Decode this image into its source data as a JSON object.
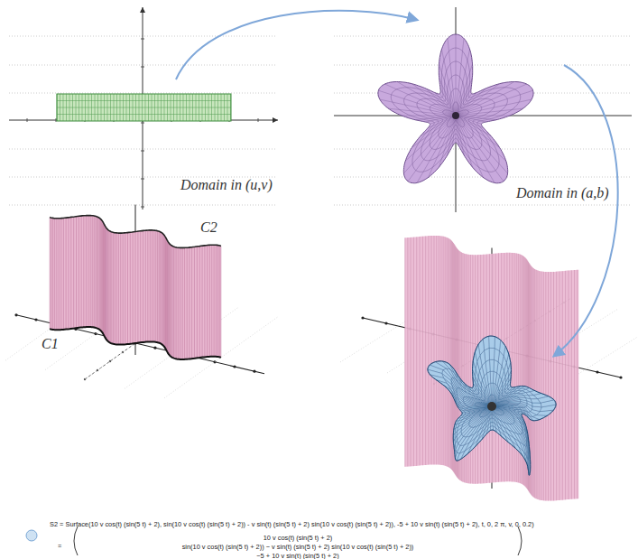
{
  "diagram": {
    "labels": [
      "Domain in (u,v)",
      "Domain in (a,b)",
      "C1",
      "C2",
      "S2 = Surface(10 v cos(t) (sin(5 t) + 2), sin(10 v cos(t) (sin(5 t) + 2)) - v sin(t) (sin(5 t) + 2) sin(10 v cos(t) (sin(5 t) + 2)), -5 + 10 v sin(t) (sin(5 t) + 2), t, 0, 2 π, v, 0, 0.2)",
      "=",
      "10 v cos(t) (sin(5 t) + 2)",
      "sin(10 v cos(t) (sin(5 t) + 2)) − v sin(t) (sin(5 t) + 2) sin(10 v cos(t) (sin(5 t) + 2))",
      "−5 + 10 v sin(t) (sin(5 t) + 2)"
    ]
  }
}
